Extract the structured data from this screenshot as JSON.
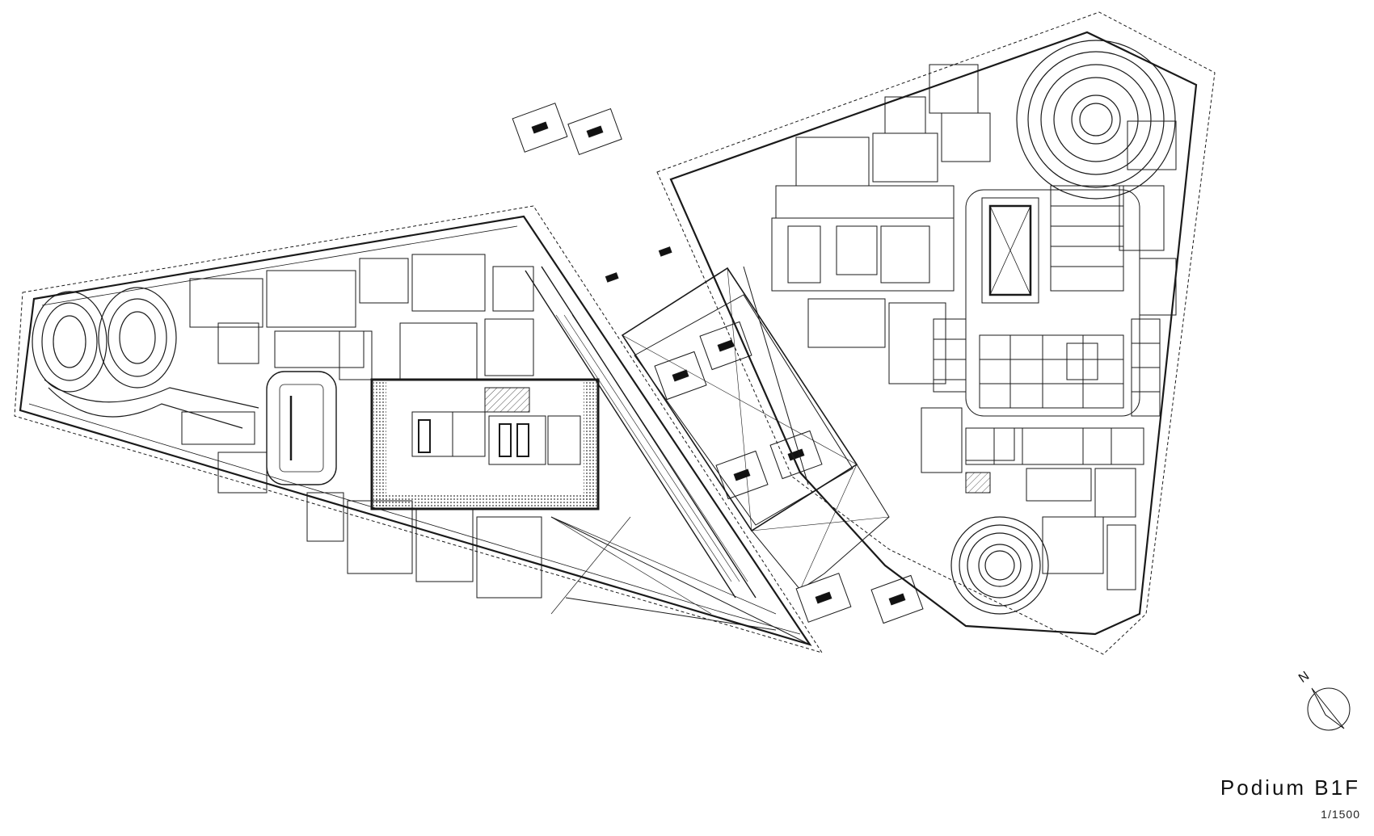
{
  "drawing": {
    "title": "Podium B1F",
    "scale": "1/1500",
    "north_label": "N",
    "line_color": "#1a1a1a",
    "hatch_color": "#555555"
  }
}
